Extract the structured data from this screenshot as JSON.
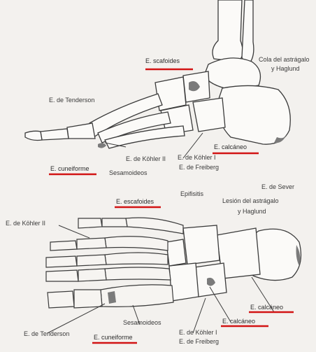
{
  "labels": {
    "escafoides_top": "E. scafoides",
    "cola_astragalo": "Cola del astrágalo",
    "y_haglund_top": "y Haglund",
    "e_tendo_top": "E. de Tenderson",
    "kohler_i_top": "E. de Köhler I",
    "e_calcaneo_top": "E. calcáneo",
    "e_kohler_ii_top": "E. de Köhler II",
    "e_cuneiforme_top": "E. cuneiforme",
    "sesamoideos_top": "Sesamoideos",
    "e_freiberg_top": "E. de Freiberg",
    "e_escafoides_mid": "E. escafoides",
    "epifisitis": "Epifisitis",
    "e_sever": "E. de Sever",
    "lesion_astragalo": "Lesión del astrágalo",
    "y_haglund_mid": "y Haglund",
    "e_kohler_ii_bottom": "E. de Köhler II",
    "e_calcaneo_bottom": "E. calcáneo",
    "sesamoideos_bottom": "Sesamoideos",
    "e_tenderson_bottom": "E. de Tenderson",
    "e_calcaneo_bottom2": "E. calcáneo",
    "e_kohler_i_bottom": "E. de Köhler I",
    "e_freiberg_bottom": "E. de Freiberg",
    "e_cuneiforme_bottom": "E. cuneiforme"
  },
  "colors": {
    "underline": "#d21414",
    "bone_outline": "#3b3b3b",
    "background": "#f3f1ee"
  }
}
